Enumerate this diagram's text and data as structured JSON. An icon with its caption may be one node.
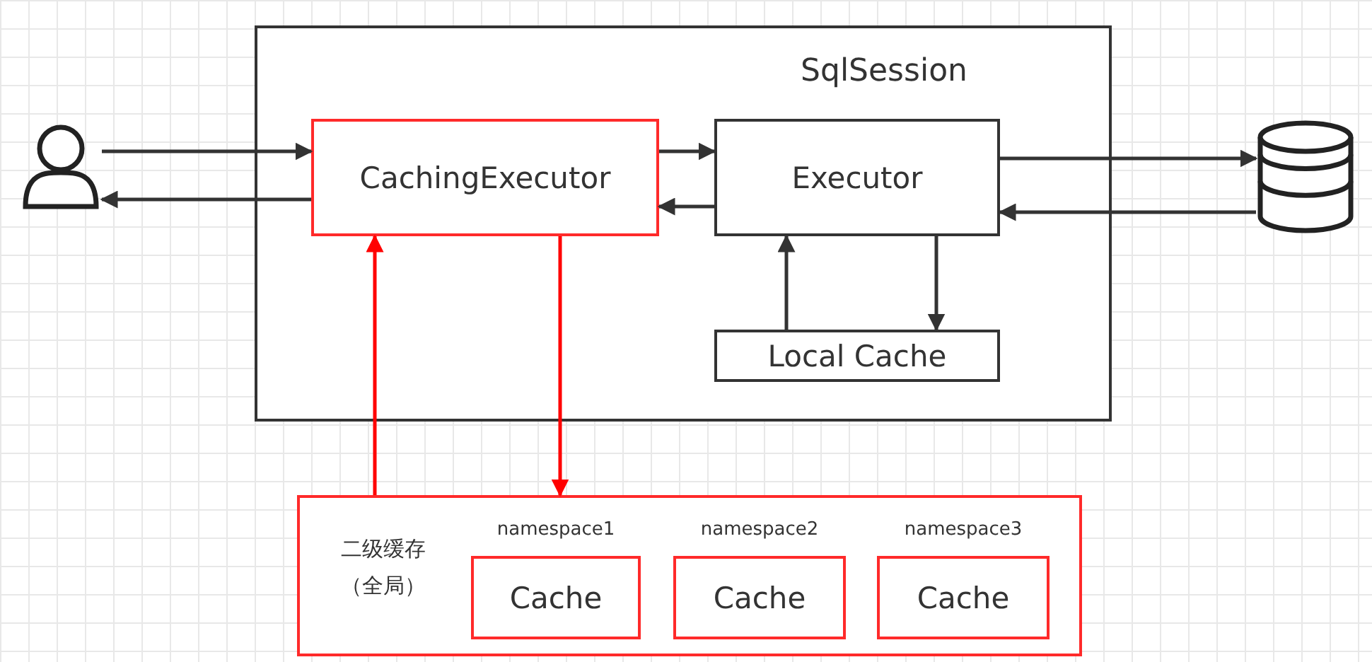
{
  "diagram": {
    "nodes": [
      {
        "text": [
          "SqlSession"
        ]
      },
      {
        "text": [
          "CachingExecutor"
        ],
        "in": 0
      },
      {
        "text": [
          "Executor"
        ],
        "in": 0
      },
      {
        "text": [
          "Local Cache"
        ],
        "in": 0
      },
      {
        "text": [],
        "shape": "person"
      },
      {
        "text": [],
        "shape": "cylinder"
      },
      {
        "text": [
          "二级缓存（全局）"
        ]
      },
      {
        "text": [
          "Cache"
        ],
        "in": 6,
        "beside": [
          "namespace1"
        ]
      },
      {
        "text": [
          "Cache"
        ],
        "in": 6,
        "beside": [
          "namespace2"
        ]
      },
      {
        "text": [
          "Cache"
        ],
        "in": 6,
        "beside": [
          "namespace3"
        ]
      }
    ],
    "edges": [
      {
        "from": 4,
        "to": 1,
        "arrow": "to"
      },
      {
        "from": 1,
        "to": 4,
        "arrow": "to"
      },
      {
        "from": 1,
        "to": 2,
        "arrow": "to"
      },
      {
        "from": 2,
        "to": 1,
        "arrow": "to"
      },
      {
        "from": 2,
        "to": 5,
        "arrow": "to"
      },
      {
        "from": 5,
        "to": 2,
        "arrow": "to"
      },
      {
        "from": 3,
        "to": 2,
        "arrow": "to"
      },
      {
        "from": 2,
        "to": 3,
        "arrow": "to"
      },
      {
        "from": 6,
        "to": 1,
        "arrow": "to",
        "color": "#ff0000"
      },
      {
        "from": 1,
        "to": 6,
        "arrow": "to",
        "color": "#ff0000"
      }
    ]
  }
}
